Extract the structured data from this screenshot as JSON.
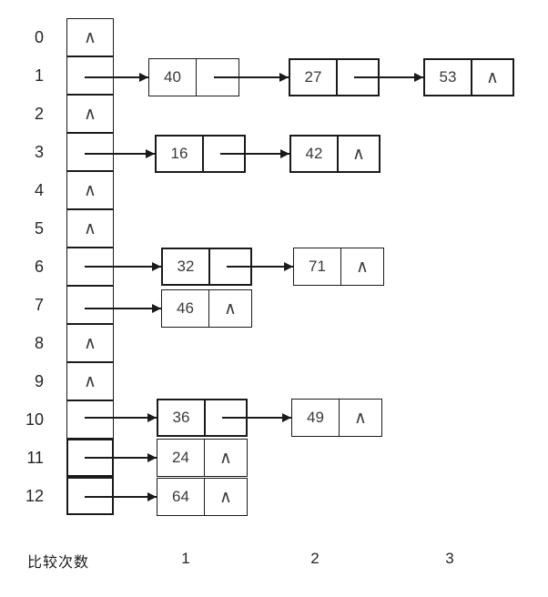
{
  "diagram": {
    "type": "hash-table-separate-chaining",
    "null_symbol": "∧",
    "colors": {
      "line": "#1a1a1a",
      "text": "#3a3a3a",
      "background": "#ffffff"
    },
    "buckets": [
      {
        "index": "0",
        "chain": []
      },
      {
        "index": "1",
        "chain": [
          {
            "value": "40"
          },
          {
            "value": "27"
          },
          {
            "value": "53"
          }
        ]
      },
      {
        "index": "2",
        "chain": []
      },
      {
        "index": "3",
        "chain": [
          {
            "value": "16"
          },
          {
            "value": "42"
          }
        ]
      },
      {
        "index": "4",
        "chain": []
      },
      {
        "index": "5",
        "chain": []
      },
      {
        "index": "6",
        "chain": [
          {
            "value": "32"
          },
          {
            "value": "71"
          }
        ]
      },
      {
        "index": "7",
        "chain": [
          {
            "value": "46"
          }
        ]
      },
      {
        "index": "8",
        "chain": []
      },
      {
        "index": "9",
        "chain": []
      },
      {
        "index": "10",
        "chain": [
          {
            "value": "36"
          },
          {
            "value": "49"
          }
        ]
      },
      {
        "index": "11",
        "chain": [
          {
            "value": "24"
          }
        ]
      },
      {
        "index": "12",
        "chain": [
          {
            "value": "64"
          }
        ]
      }
    ],
    "footer": {
      "label": "比较次数",
      "columns": [
        "1",
        "2",
        "3"
      ]
    }
  }
}
